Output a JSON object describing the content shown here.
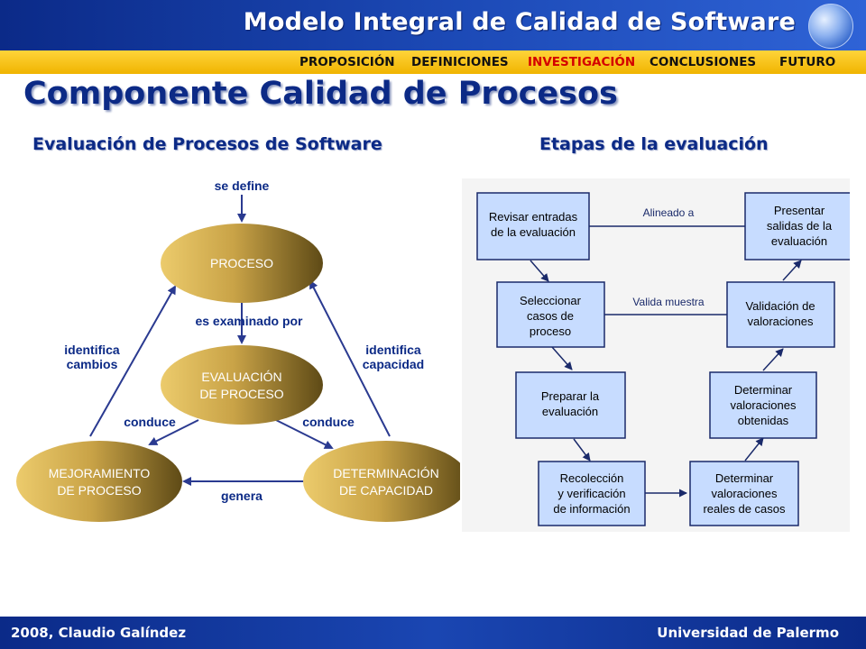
{
  "header": {
    "title": "Modelo Integral de Calidad de Software"
  },
  "nav": {
    "items": [
      {
        "label": "PROPOSICIÓN"
      },
      {
        "label": "DEFINICIONES"
      },
      {
        "label": "INVESTIGACIÓN",
        "active": true
      },
      {
        "label": "CONCLUSIONES"
      },
      {
        "label": "FUTURO"
      }
    ]
  },
  "page_title": "Componente Calidad de Procesos",
  "left_section": {
    "title": "Evaluación de Procesos de Software",
    "nodes": {
      "proceso": "PROCESO",
      "evaluacion_1": "EVALUACIÓN",
      "evaluacion_2": "DE PROCESO",
      "mejoramiento_1": "MEJORAMIENTO",
      "mejoramiento_2": "DE PROCESO",
      "determinacion_1": "DETERMINACIÓN",
      "determinacion_2": "DE CAPACIDAD"
    },
    "edges": {
      "se_define": "se define",
      "es_examinado_por": "es examinado por",
      "identifica_cambios_1": "identifica",
      "identifica_cambios_2": "cambios",
      "identifica_capacidad_1": "identifica",
      "identifica_capacidad_2": "capacidad",
      "conduce_left": "conduce",
      "conduce_right": "conduce",
      "genera": "genera"
    }
  },
  "right_section": {
    "title": "Etapas de la evaluación",
    "boxes": {
      "revisar_1": "Revisar entradas",
      "revisar_2": "de la evaluación",
      "seleccionar_1": "Seleccionar",
      "seleccionar_2": "casos de",
      "seleccionar_3": "proceso",
      "preparar_1": "Preparar la",
      "preparar_2": "evaluación",
      "recoleccion_1": "Recolección",
      "recoleccion_2": "y verificación",
      "recoleccion_3": "de información",
      "reales_1": "Determinar",
      "reales_2": "valoraciones",
      "reales_3": "reales de casos",
      "obtenidas_1": "Determinar",
      "obtenidas_2": "valoraciones",
      "obtenidas_3": "obtenidas",
      "validacion_1": "Validación de",
      "validacion_2": "valoraciones",
      "presentar_1": "Presentar",
      "presentar_2": "salidas de la",
      "presentar_3": "evaluación"
    },
    "links": {
      "alineado": "Alineado a",
      "valida": "Valida muestra"
    }
  },
  "footer": {
    "left": "2008, Claudio Galíndez",
    "right": "Universidad de Palermo"
  },
  "colors": {
    "header_blue": "#0b2a88",
    "nav_yellow": "#ffd43a",
    "nav_active": "#d40000",
    "title_blue": "#0c2a86",
    "ellipse_light": "#e8c766",
    "ellipse_dark": "#6b5418",
    "box_fill": "#c7dcff",
    "arrow_blue": "#2a3a90"
  }
}
